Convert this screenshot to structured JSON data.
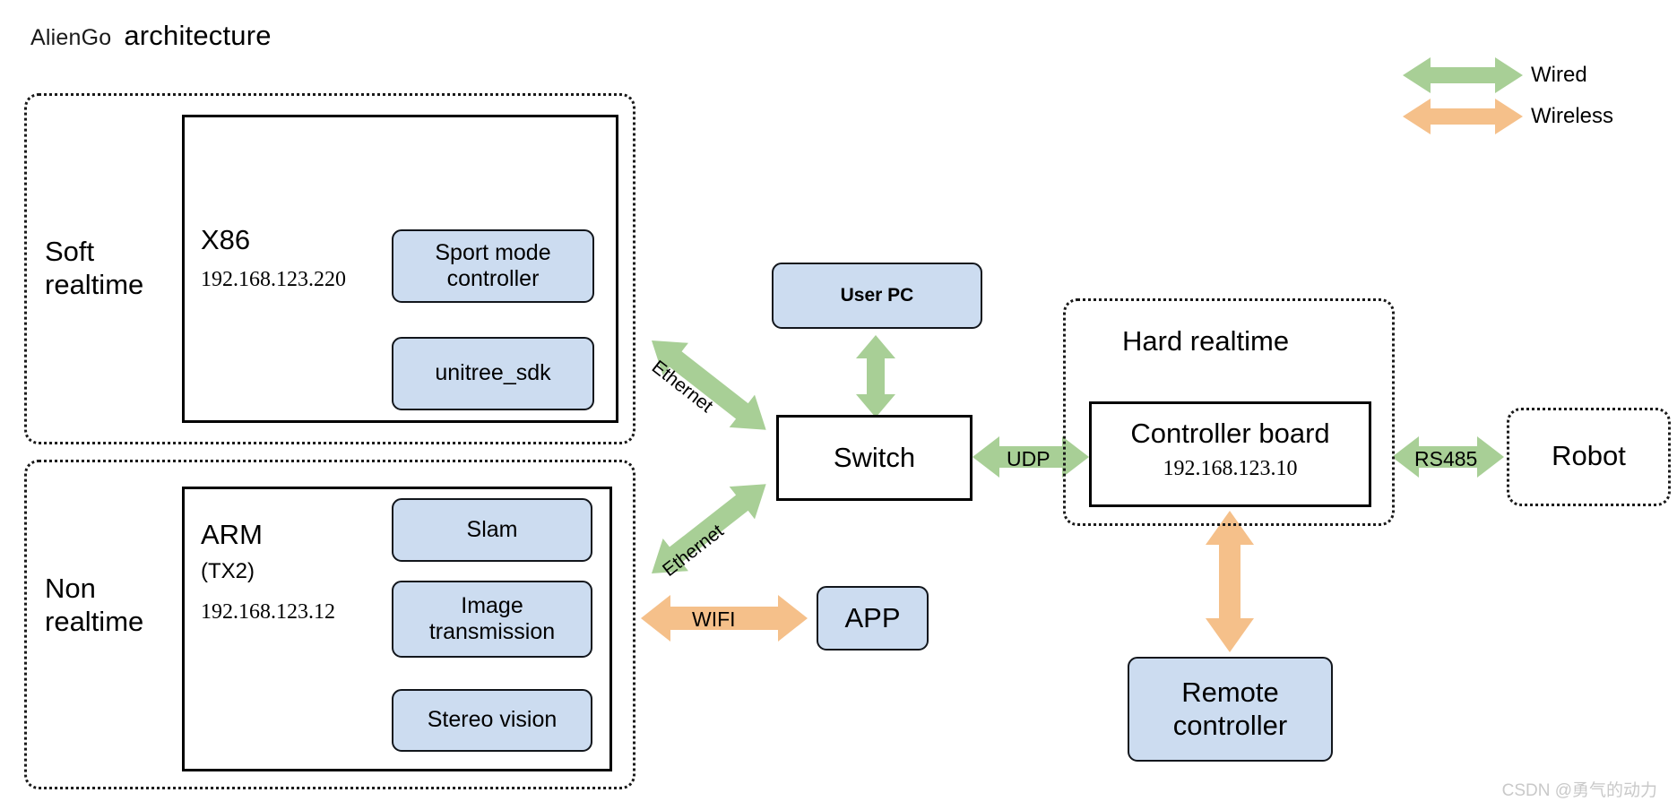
{
  "title": {
    "small": "AlienGo",
    "main": "architecture"
  },
  "legend": {
    "items": [
      {
        "label": "Wired",
        "color": "#a8cf96",
        "icon": "double-arrow-icon"
      },
      {
        "label": "Wireless",
        "color": "#f5c08a",
        "icon": "double-arrow-icon"
      }
    ]
  },
  "groups": {
    "soft_realtime": {
      "label": "Soft\nrealtime"
    },
    "non_realtime": {
      "label": "Non\nrealtime"
    },
    "hard_realtime": {
      "label": "Hard realtime"
    },
    "robot": {
      "label": "Robot"
    }
  },
  "processors": {
    "x86": {
      "name": "X86",
      "ip": "192.168.123.220",
      "modules": [
        {
          "label": "Sport mode\ncontroller"
        },
        {
          "label": "unitree_sdk"
        }
      ]
    },
    "arm": {
      "name": "ARM",
      "variant": "(TX2)",
      "ip": "192.168.123.12",
      "modules": [
        {
          "label": "Slam"
        },
        {
          "label": "Image\ntransmission"
        },
        {
          "label": "Stereo vision"
        }
      ]
    }
  },
  "nodes": {
    "user_pc": {
      "label": "User PC"
    },
    "switch": {
      "label": "Switch"
    },
    "app": {
      "label": "APP"
    },
    "controller_board": {
      "label": "Controller board",
      "ip": "192.168.123.10"
    },
    "remote_controller": {
      "label": "Remote\ncontroller"
    }
  },
  "connections": [
    {
      "label": "Ethernet",
      "kind": "wired",
      "from": "x86",
      "to": "switch"
    },
    {
      "label": "Ethernet",
      "kind": "wired",
      "from": "arm",
      "to": "switch"
    },
    {
      "label": "",
      "kind": "wired",
      "from": "user_pc",
      "to": "switch"
    },
    {
      "label": "UDP",
      "kind": "wired",
      "from": "switch",
      "to": "controller_board"
    },
    {
      "label": "RS485",
      "kind": "wired",
      "from": "controller_board",
      "to": "robot"
    },
    {
      "label": "WIFI",
      "kind": "wireless",
      "from": "arm",
      "to": "app"
    },
    {
      "label": "",
      "kind": "wireless",
      "from": "controller_board",
      "to": "remote_controller"
    }
  ],
  "colors": {
    "wired": "#a8cf96",
    "wireless": "#f5c08a",
    "node_fill": "#ccdcf0",
    "stroke": "#000000"
  },
  "watermark": "CSDN @勇气的动力"
}
